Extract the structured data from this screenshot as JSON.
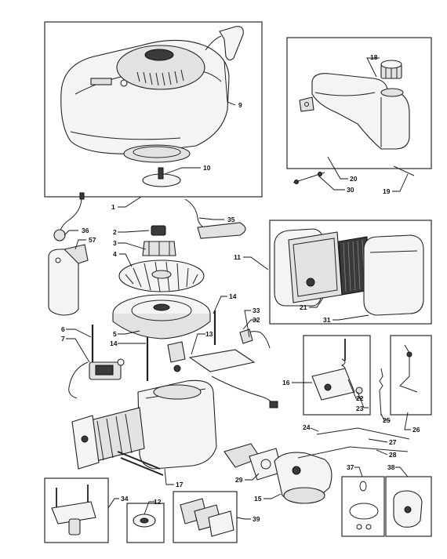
{
  "labels": {
    "l1": "1",
    "l2": "2",
    "l3": "3",
    "l4": "4",
    "l5": "5",
    "l6": "6",
    "l7": "7",
    "l9": "9",
    "l10": "10",
    "l11": "11",
    "l12": "12",
    "l13": "13",
    "l14a": "14",
    "l14b": "14",
    "l15": "15",
    "l16": "16",
    "l17": "17",
    "l18": "18",
    "l19": "19",
    "l20": "20",
    "l21": "21",
    "l22": "22",
    "l23": "23",
    "l24": "24",
    "l25": "25",
    "l26": "26",
    "l27": "27",
    "l28": "28",
    "l29": "29",
    "l30": "30",
    "l31": "31",
    "l32": "32",
    "l33": "33",
    "l34": "34",
    "l35": "35",
    "l36": "36",
    "l37": "37",
    "l38": "38",
    "l39": "39",
    "l57": "57"
  }
}
